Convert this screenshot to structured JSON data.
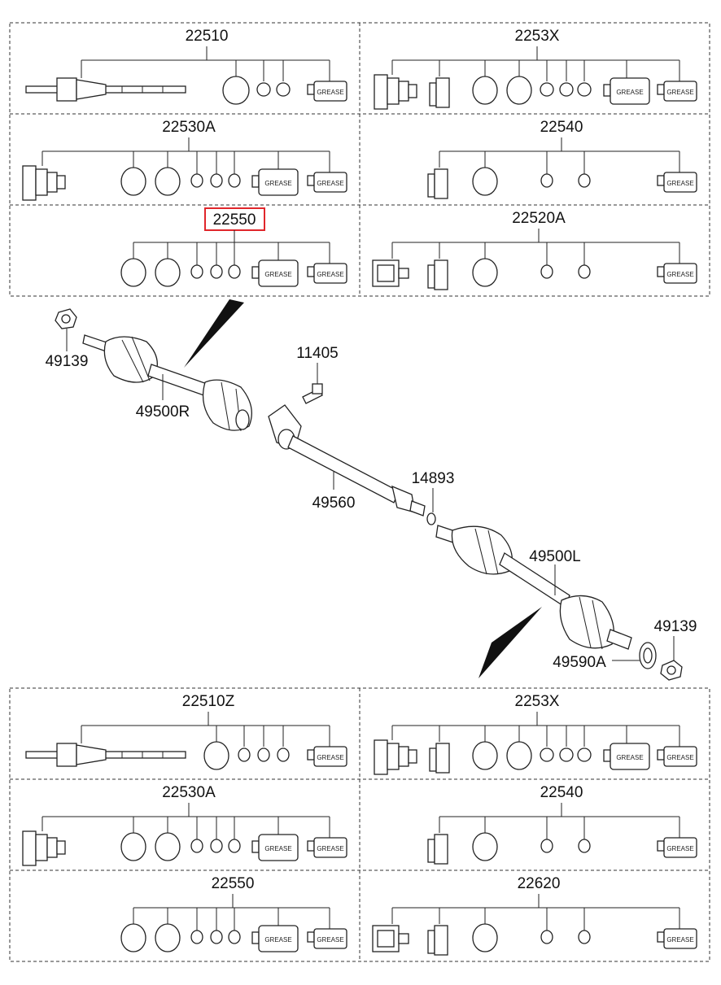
{
  "top_kits": [
    {
      "code": "22510"
    },
    {
      "code": "2253X"
    },
    {
      "code": "22530A"
    },
    {
      "code": "22540"
    },
    {
      "code": "22550",
      "highlighted": true
    },
    {
      "code": "22520A"
    }
  ],
  "bottom_kits": [
    {
      "code": "22510Z"
    },
    {
      "code": "2253X"
    },
    {
      "code": "22530A"
    },
    {
      "code": "22540"
    },
    {
      "code": "22550"
    },
    {
      "code": "22620"
    }
  ],
  "grease_label": "GREASE",
  "callouts": {
    "nut_right": "49139",
    "shaft_right": "49500R",
    "bolt": "11405",
    "intermediate_shaft": "49560",
    "snap_ring": "14893",
    "shaft_left": "49500L",
    "nut_left": "49139",
    "tone_ring": "49590A"
  },
  "colors": {
    "highlight": "#e0262b",
    "line": "#222222"
  }
}
